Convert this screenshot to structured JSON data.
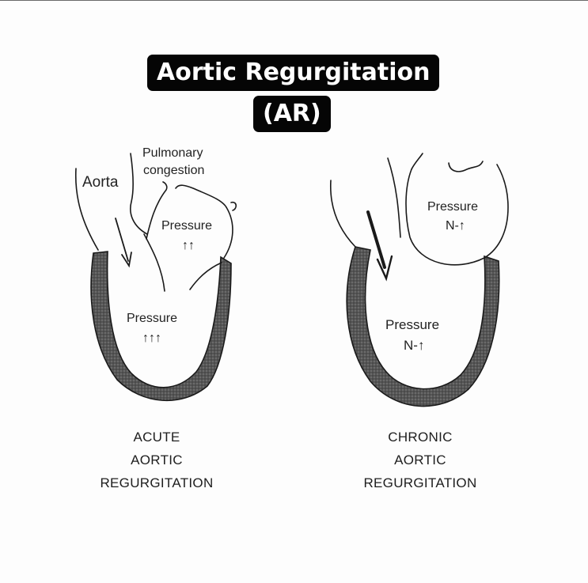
{
  "title": {
    "line1": "Aortic Regurgitation",
    "line2": "(AR)"
  },
  "acute": {
    "aorta_label": "Aorta",
    "pulmonary_label_1": "Pulmonary",
    "pulmonary_label_2": "congestion",
    "atrium_pressure_label": "Pressure",
    "atrium_pressure_value": "↑↑",
    "ventricle_pressure_label": "Pressure",
    "ventricle_pressure_value": "↑↑↑",
    "caption": [
      "ACUTE",
      "AORTIC",
      "REGURGITATION"
    ]
  },
  "chronic": {
    "atrium_pressure_label": "Pressure",
    "atrium_pressure_value": "N-↑",
    "ventricle_pressure_label": "Pressure",
    "ventricle_pressure_value": "N-↑",
    "caption": [
      "CHRONIC",
      "AORTIC",
      "REGURGITATION"
    ]
  },
  "colors": {
    "title_background": "#050505",
    "title_text": "#ffffff",
    "myocardium": "#4a4a4a",
    "line": "#1a1a1a"
  }
}
